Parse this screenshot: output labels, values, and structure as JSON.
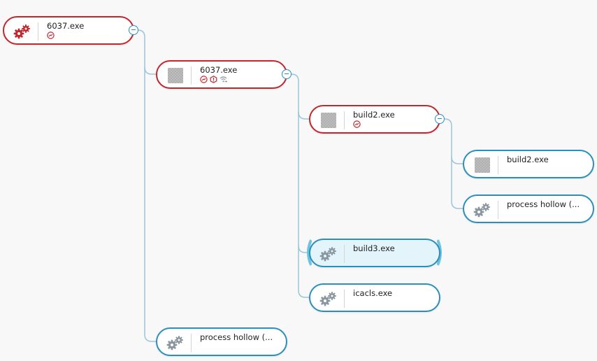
{
  "colors": {
    "malicious": "#c1272d",
    "benign": "#2a8fbd",
    "selected_fill": "#e3f5fb",
    "connector": "#9cc5d8",
    "gear_gray": "#8a96a0"
  },
  "nodes": [
    {
      "id": "n1",
      "label": "6037.exe",
      "icon": "red-gears-icon",
      "status": "malicious",
      "badges": [
        "spawn-badge-icon"
      ]
    },
    {
      "id": "n2",
      "label": "6037.exe",
      "icon": "file-thumbnail",
      "status": "malicious",
      "badges": [
        "spawn-badge-icon",
        "hexagon-alert-badge-icon",
        "network-badge-icon"
      ]
    },
    {
      "id": "n3",
      "label": "build2.exe",
      "icon": "file-thumbnail",
      "status": "malicious",
      "badges": [
        "spawn-badge-icon"
      ]
    },
    {
      "id": "n4",
      "label": "build2.exe",
      "icon": "file-thumbnail",
      "status": "benign",
      "badges": []
    },
    {
      "id": "n5",
      "label": "process hollow (...",
      "icon": "gray-gears-icon",
      "status": "benign",
      "badges": []
    },
    {
      "id": "n6",
      "label": "build3.exe",
      "icon": "gray-gears-icon",
      "status": "selected",
      "badges": []
    },
    {
      "id": "n7",
      "label": "icacls.exe",
      "icon": "gray-gears-icon",
      "status": "benign",
      "badges": []
    },
    {
      "id": "n8",
      "label": "process hollow (...",
      "icon": "gray-gears-icon",
      "status": "benign",
      "badges": []
    }
  ]
}
